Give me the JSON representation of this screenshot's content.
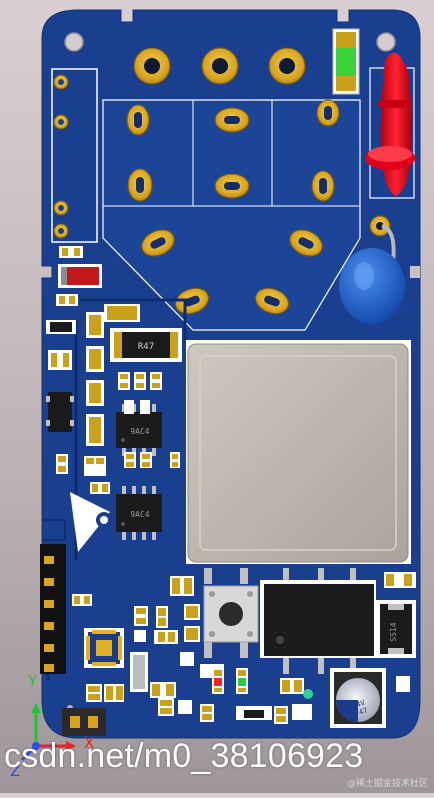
{
  "board": {
    "components": {
      "ic_top": "9AC4",
      "ic_bottom": "9AC4",
      "inductor": "R47",
      "diode": "SS14",
      "capacitor": "4V\n47"
    }
  },
  "axes": {
    "x": "X",
    "y": "Y",
    "z": "Z"
  },
  "watermark": "csdn.net/m0_38106923",
  "credit": "@稀土掘金技术社区",
  "colors": {
    "pcb": "#1a3f8f",
    "copper": "#d9a521",
    "silk": "#ffffff",
    "relay_red": "#e0001c",
    "cap_blue": "#1f5fc8",
    "module": "#bdb8b0"
  }
}
